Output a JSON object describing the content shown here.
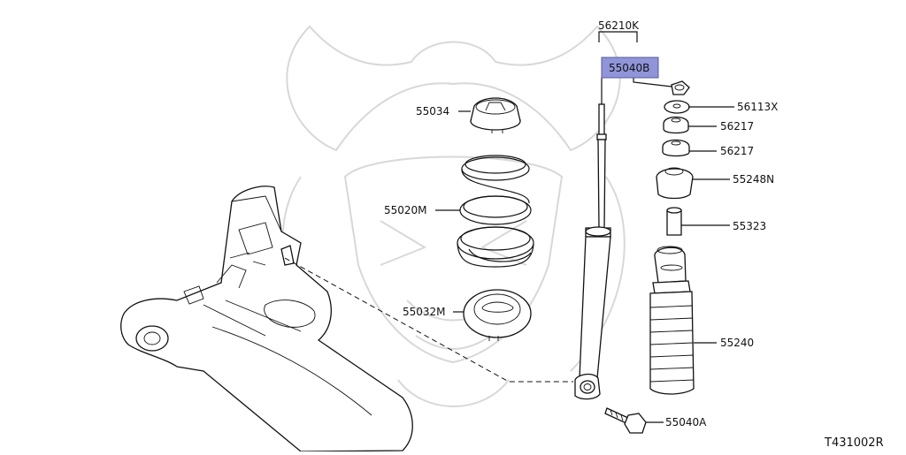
{
  "diagram_code": "T431002R",
  "highlight_color": "#8f95d8",
  "parts": {
    "p56210K": "56210K",
    "p55040B": "55040B",
    "p56113X": "56113X",
    "p56217a": "56217",
    "p56217b": "56217",
    "p55248N": "55248N",
    "p55323": "55323",
    "p55240": "55240",
    "p55040A": "55040A",
    "p55034": "55034",
    "p55020M": "55020M",
    "p55032M": "55032M"
  }
}
